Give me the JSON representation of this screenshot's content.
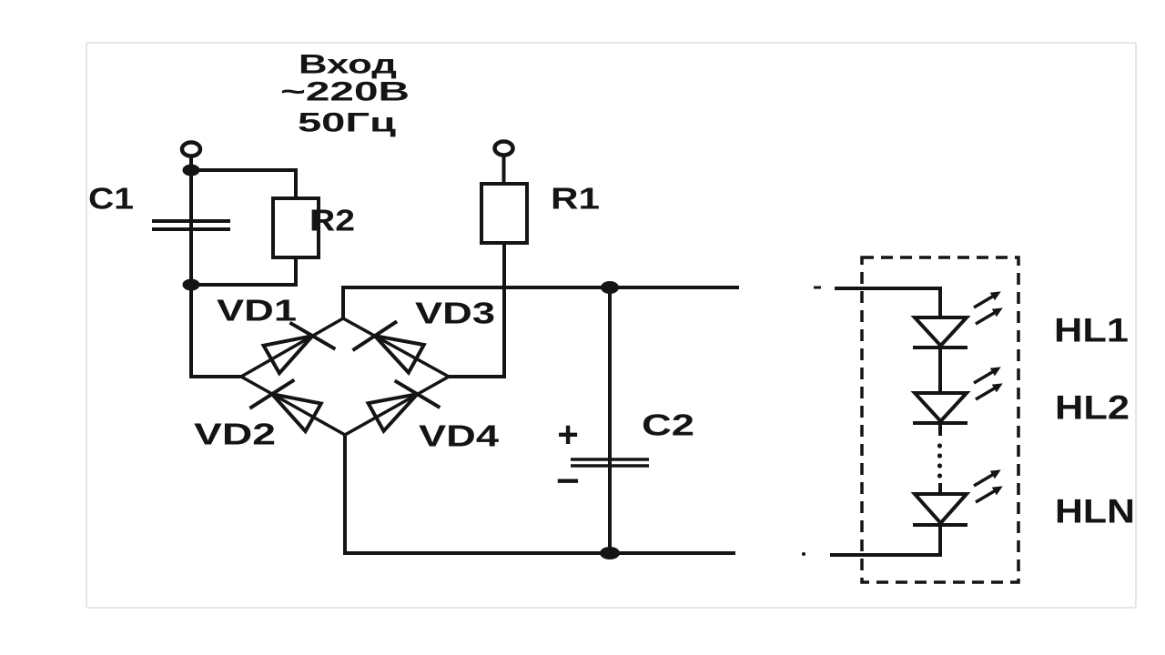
{
  "diagram": {
    "colors": {
      "ink": "#141414",
      "background": "#ffffff",
      "card_border": "#e6e6e6"
    },
    "input_label": {
      "line1": "Вход",
      "line2": "~220В",
      "line3": "50Гц"
    },
    "components": {
      "c1": "C1",
      "r2": "R2",
      "r1": "R1",
      "vd1": "VD1",
      "vd2": "VD2",
      "vd3": "VD3",
      "vd4": "VD4",
      "c2": "C2",
      "c2_plus": "+",
      "c2_minus": "−",
      "hl1": "HL1",
      "hl2": "HL2",
      "hln": "HLN"
    }
  }
}
